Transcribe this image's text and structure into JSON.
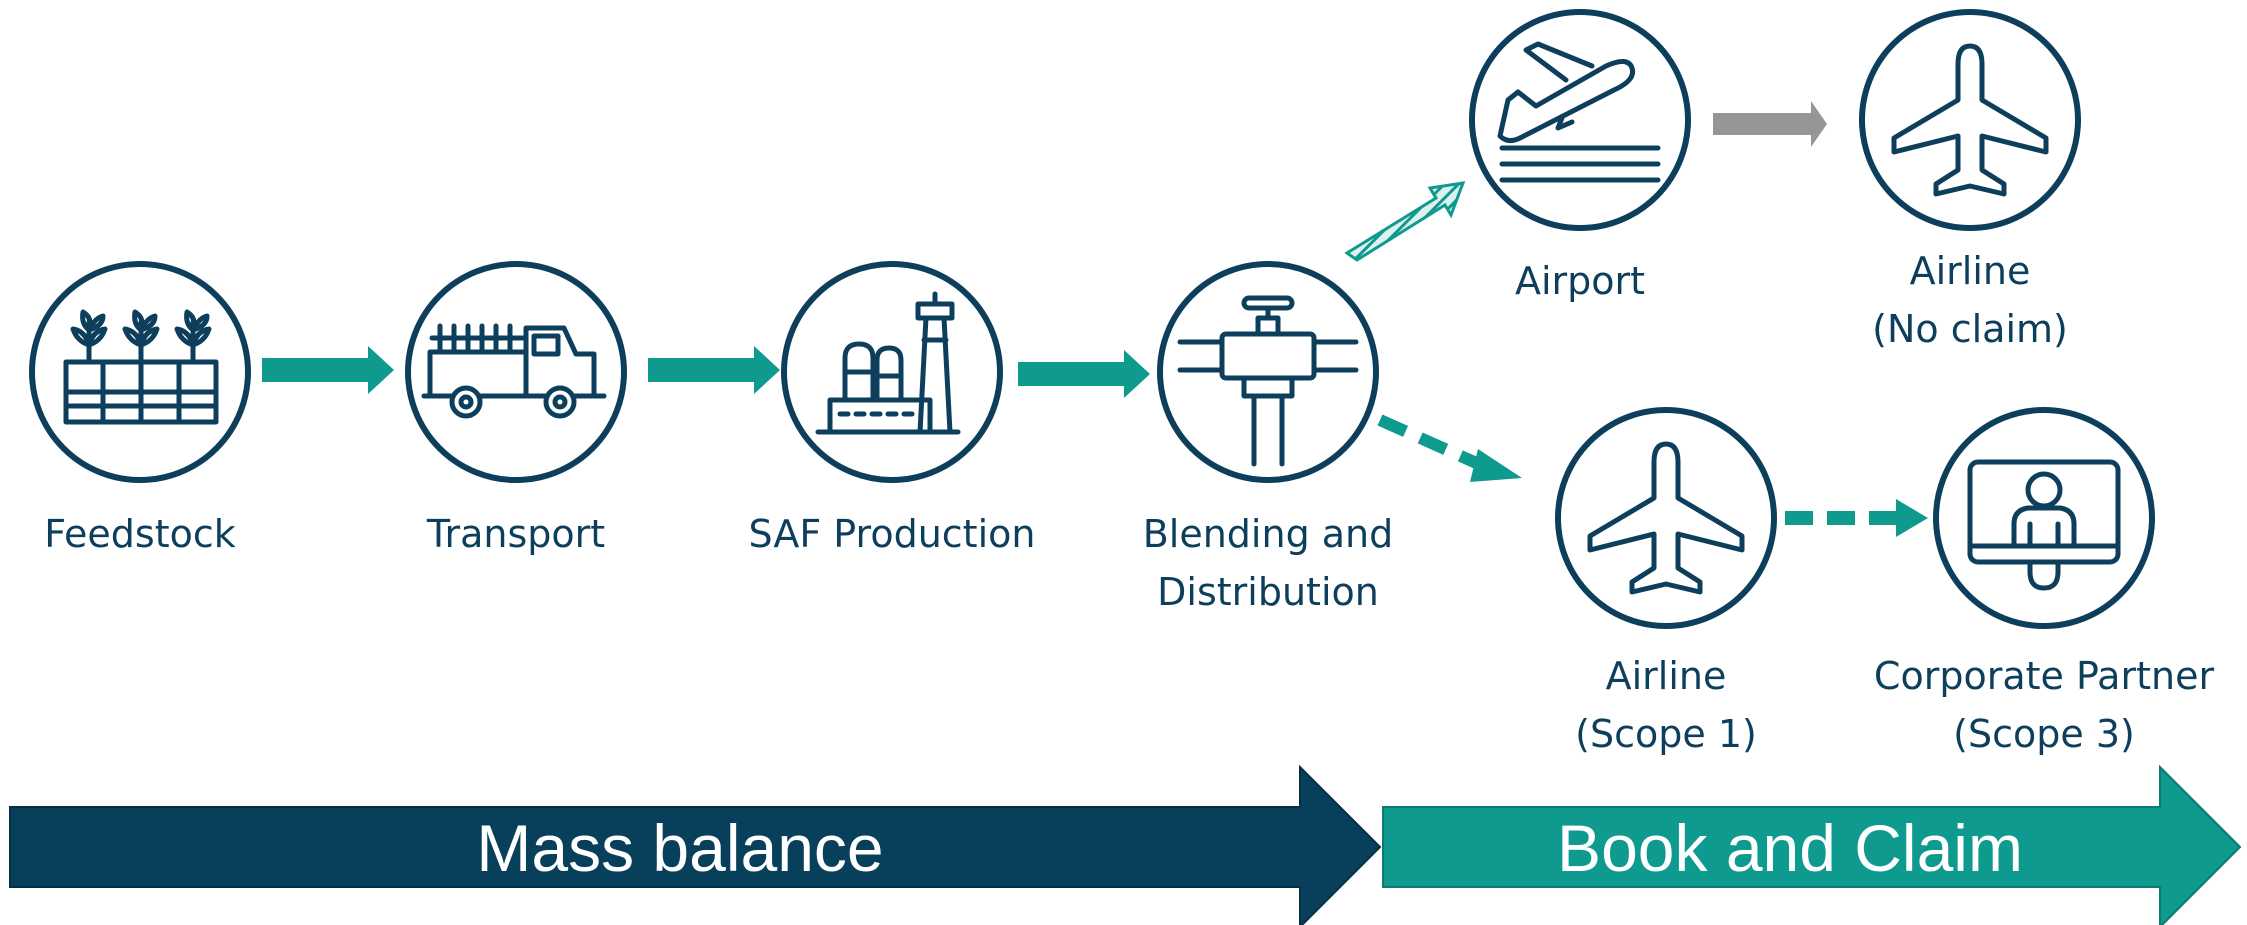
{
  "colors": {
    "navy": "#0d3f5c",
    "teal": "#0f9a8e",
    "gray": "#969696",
    "band_navy": "#083f5b",
    "band_teal": "#0f9a8f"
  },
  "nodes": {
    "feedstock": {
      "label": "Feedstock",
      "icon": "plants-in-planter-icon"
    },
    "transport": {
      "label": "Transport",
      "icon": "truck-icon"
    },
    "saf_production": {
      "label": "SAF Production",
      "icon": "refinery-icon"
    },
    "blending": {
      "line1": "Blending and",
      "line2": "Distribution",
      "icon": "pipe-valve-icon"
    },
    "airport": {
      "label": "Airport",
      "icon": "plane-takeoff-icon"
    },
    "airline_no_claim": {
      "line1": "Airline",
      "line2": "(No claim)",
      "icon": "airplane-icon"
    },
    "airline_scope1": {
      "line1": "Airline",
      "line2": "(Scope 1)",
      "icon": "airplane-icon"
    },
    "corporate_partner": {
      "line1": "Corporate Partner",
      "line2": "(Scope 3)",
      "icon": "person-at-monitor-icon"
    }
  },
  "bands": {
    "mass_balance": "Mass balance",
    "book_and_claim": "Book and Claim"
  },
  "connectors": [
    {
      "from": "feedstock",
      "to": "transport",
      "style": "solid-teal"
    },
    {
      "from": "transport",
      "to": "saf_production",
      "style": "solid-teal"
    },
    {
      "from": "saf_production",
      "to": "blending",
      "style": "solid-teal"
    },
    {
      "from": "blending",
      "to": "airport",
      "style": "hatched-teal"
    },
    {
      "from": "airport",
      "to": "airline_no_claim",
      "style": "solid-gray"
    },
    {
      "from": "blending",
      "to": "airline_scope1",
      "style": "dashed-teal"
    },
    {
      "from": "airline_scope1",
      "to": "corporate_partner",
      "style": "dashed-teal"
    }
  ]
}
